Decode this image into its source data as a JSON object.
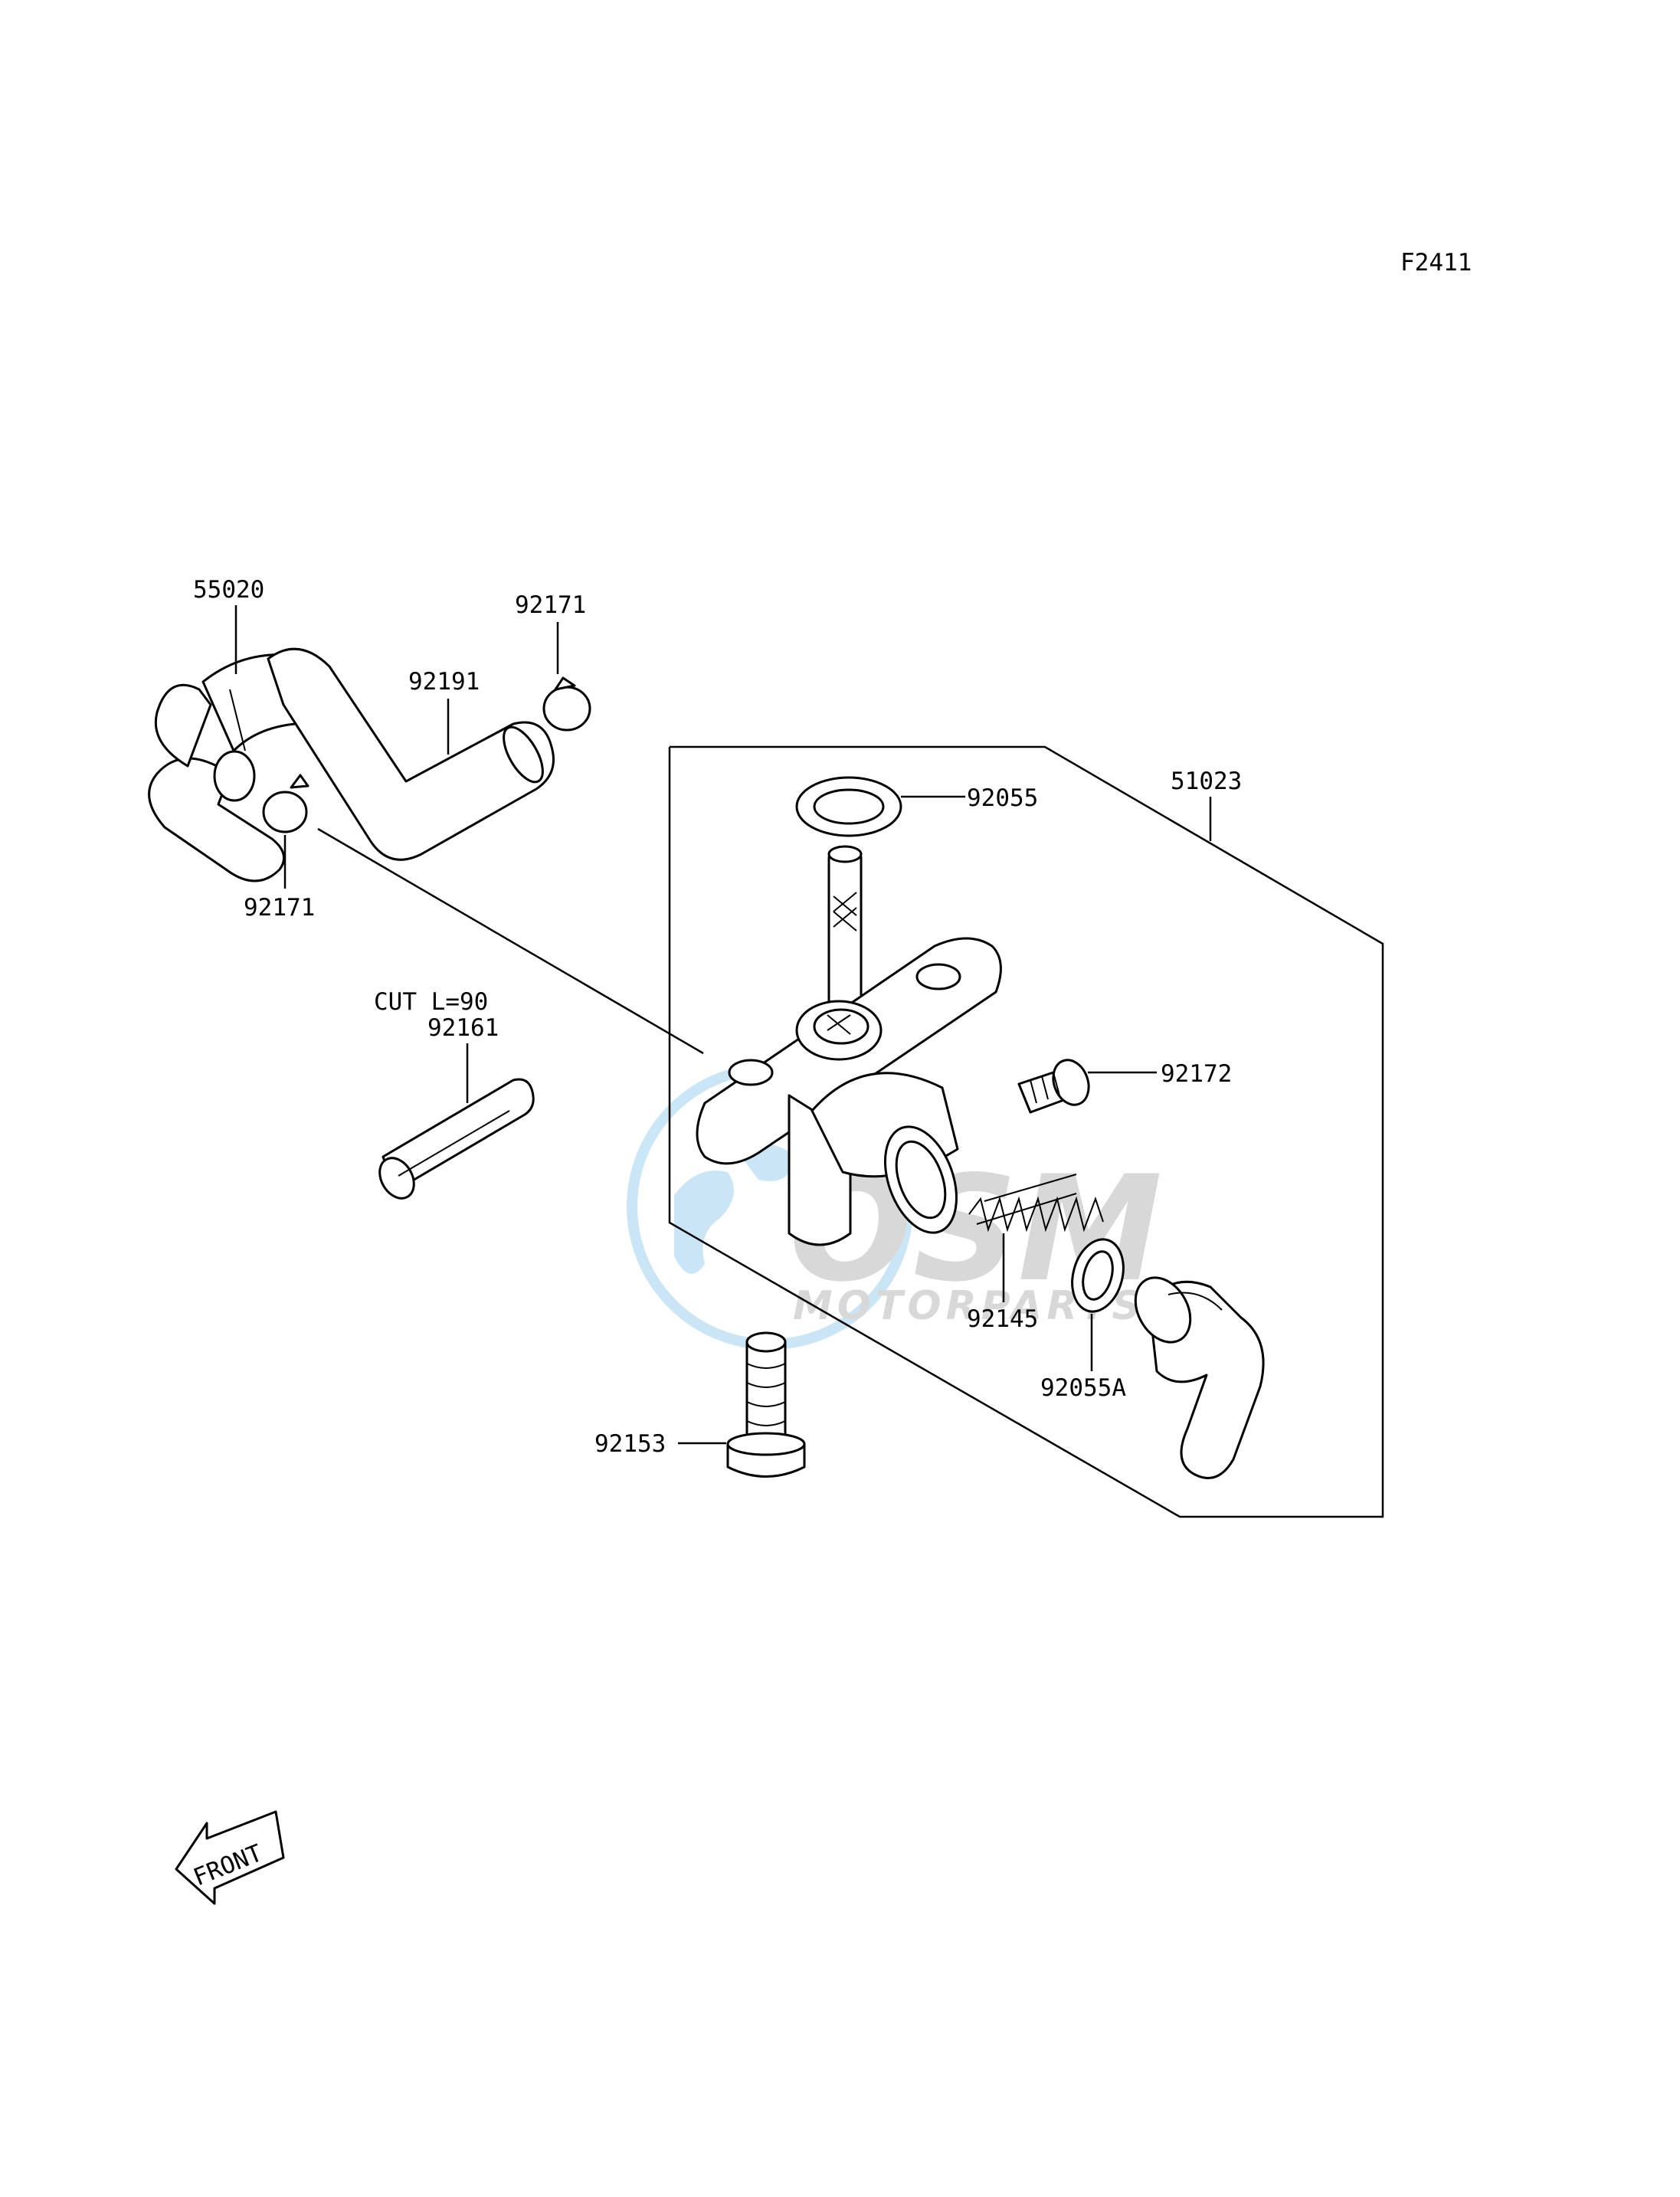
{
  "figure_code": "F2411",
  "callouts": {
    "hose_55020": "55020",
    "clamp_92171_top": "92171",
    "pipe_92191": "92191",
    "clamp_92171_bottom": "92171",
    "cut_note": "CUT L=90",
    "hose_92161": "92161",
    "cock_assy_51023": "51023",
    "oring_92055": "92055",
    "screw_92172": "92172",
    "spring_92145": "92145",
    "oring_92055a": "92055A",
    "bolt_92153": "92153"
  },
  "front_arrow": "FRONT",
  "watermark": {
    "brand": "OSM",
    "sub": "MOTORPARTS",
    "color": "#9fd3f0"
  }
}
